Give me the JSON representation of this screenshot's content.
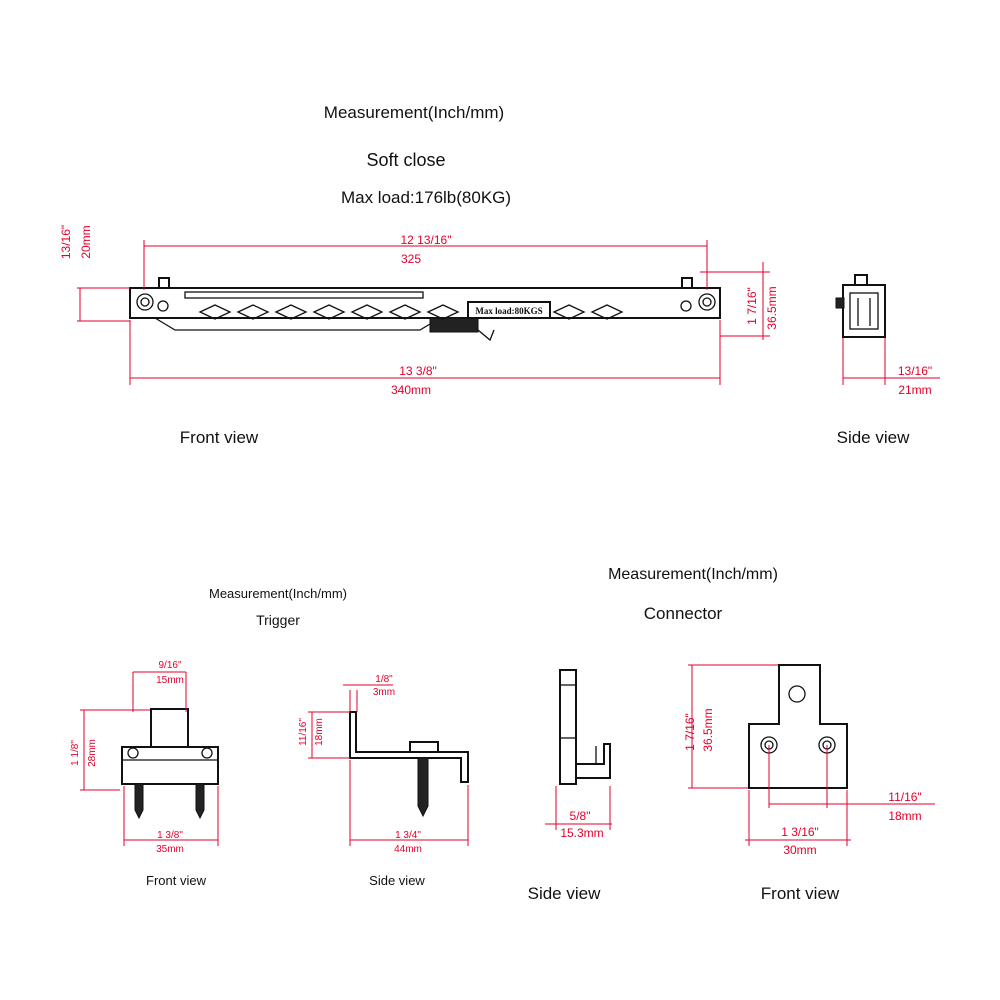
{
  "top": {
    "measurement_label": "Measurement(Inch/mm)",
    "subtitle": "Soft close",
    "max_load": "Max load:176lb(80KG)",
    "plate_text": "Max load:80KGS",
    "front": {
      "height_in": "13/16\"",
      "height_mm": "20mm",
      "hole_span_in": "12 13/16\"",
      "hole_span_mm": "325",
      "depth_in": "1 7/16\"",
      "depth_mm": "36.5mm",
      "length_in": "13 3/8\"",
      "length_mm": "340mm",
      "caption": "Front view"
    },
    "side": {
      "width_in": "13/16\"",
      "width_mm": "21mm",
      "caption": "Side view"
    }
  },
  "trigger": {
    "measurement_label": "Measurement(Inch/mm)",
    "title": "Trigger",
    "front": {
      "top_in": "9/16\"",
      "top_mm": "15mm",
      "height_in": "1 1/8\"",
      "height_mm": "28mm",
      "width_in": "1 3/8\"",
      "width_mm": "35mm",
      "caption": "Front view"
    },
    "side": {
      "thick_in": "1/8\"",
      "thick_mm": "3mm",
      "height_in": "11/16\"",
      "height_mm": "18mm",
      "length_in": "1 3/4\"",
      "length_mm": "44mm",
      "caption": "Side view"
    }
  },
  "connector": {
    "measurement_label": "Measurement(Inch/mm)",
    "title": "Connector",
    "side": {
      "width_in": "5/8\"",
      "width_mm": "15.3mm",
      "caption": "Side view"
    },
    "front": {
      "height_in": "1 7/16\"",
      "height_mm": "36.5mm",
      "hole_in": "11/16\"",
      "hole_mm": "18mm",
      "width_in": "1 3/16\"",
      "width_mm": "30mm",
      "caption": "Front view"
    }
  }
}
